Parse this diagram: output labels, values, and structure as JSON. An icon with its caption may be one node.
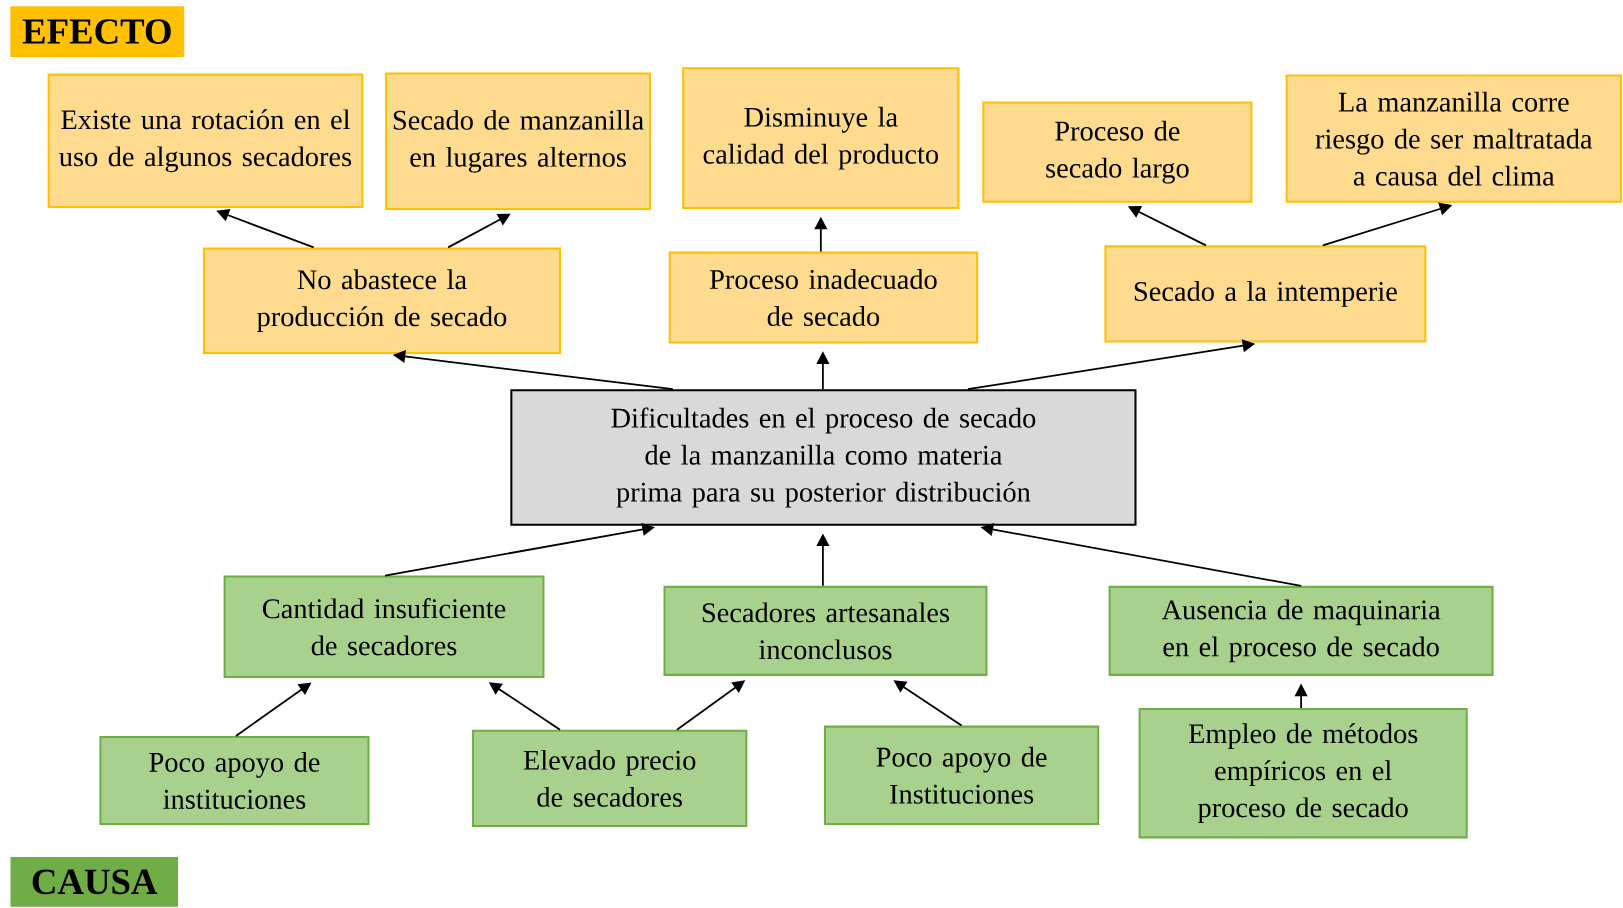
{
  "diagram": {
    "nodes": [
      {
        "text": [
          "EFECTO"
        ]
      },
      {
        "text": [
          "Existe una rotación en el uso de algunos secadores"
        ]
      },
      {
        "text": [
          "Secado de manzanilla en lugares alternos"
        ]
      },
      {
        "text": [
          "Disminuye la calidad del producto"
        ]
      },
      {
        "text": [
          "Proceso de secado largo"
        ]
      },
      {
        "text": [
          "La manzanilla corre riesgo de ser maltratada a causa del clima"
        ]
      },
      {
        "text": [
          "No abastece la producción de secado"
        ]
      },
      {
        "text": [
          "Proceso inadecuado de secado"
        ]
      },
      {
        "text": [
          "Secado a la intemperie"
        ]
      },
      {
        "text": [
          "Dificultades en el proceso de secado de la manzanilla como materia prima para su posterior distribución"
        ]
      },
      {
        "text": [
          "Cantidad insuficiente de secadores"
        ]
      },
      {
        "text": [
          "Secadores artesanales inconclusos"
        ]
      },
      {
        "text": [
          "Ausencia de maquinaria en el proceso de secado"
        ]
      },
      {
        "text": [
          "Poco apoyo de instituciones"
        ]
      },
      {
        "text": [
          "Elevado precio de secadores"
        ]
      },
      {
        "text": [
          "Poco apoyo de Instituciones"
        ]
      },
      {
        "text": [
          "Empleo de métodos empíricos en el proceso de secado"
        ]
      },
      {
        "text": [
          "CAUSA"
        ]
      }
    ],
    "edges": [
      {
        "from": 9,
        "to": 6,
        "arrow": "to"
      },
      {
        "from": 9,
        "to": 7,
        "arrow": "to"
      },
      {
        "from": 9,
        "to": 8,
        "arrow": "to"
      },
      {
        "from": 6,
        "to": 1,
        "arrow": "to"
      },
      {
        "from": 6,
        "to": 2,
        "arrow": "to"
      },
      {
        "from": 7,
        "to": 3,
        "arrow": "to"
      },
      {
        "from": 8,
        "to": 4,
        "arrow": "to"
      },
      {
        "from": 8,
        "to": 5,
        "arrow": "to"
      },
      {
        "from": 10,
        "to": 9,
        "arrow": "to"
      },
      {
        "from": 11,
        "to": 9,
        "arrow": "to"
      },
      {
        "from": 12,
        "to": 9,
        "arrow": "to"
      },
      {
        "from": 13,
        "to": 10,
        "arrow": "to"
      },
      {
        "from": 14,
        "to": 10,
        "arrow": "to"
      },
      {
        "from": 14,
        "to": 11,
        "arrow": "to"
      },
      {
        "from": 15,
        "to": 11,
        "arrow": "to"
      },
      {
        "from": 16,
        "to": 12,
        "arrow": "to"
      }
    ]
  }
}
